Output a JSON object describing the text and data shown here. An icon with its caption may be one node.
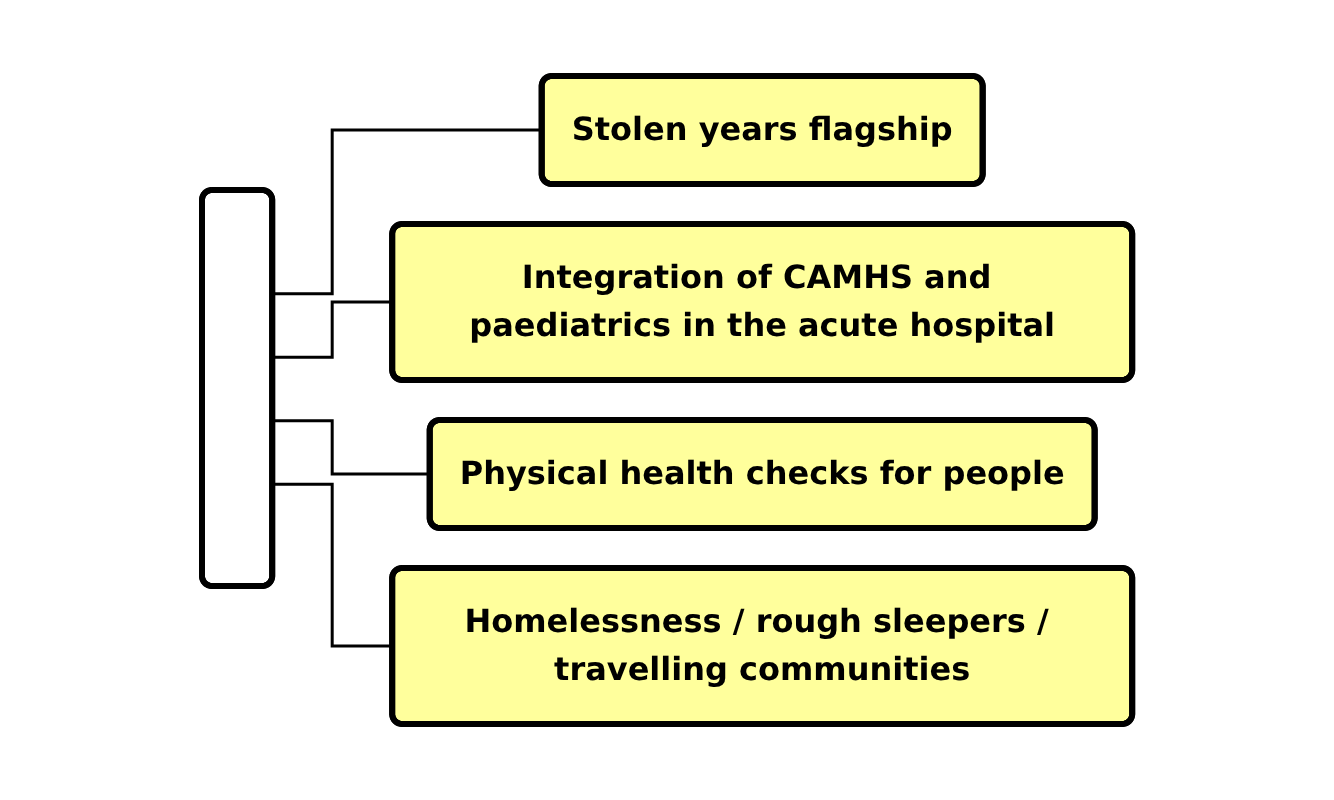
{
  "diagram": {
    "nodes": [
      {
        "text": [],
        "shape": "box"
      },
      {
        "text": [
          "Stolen years flagship"
        ]
      },
      {
        "text": [
          "Integration of CAMHS and paediatrics in the acute hospital"
        ]
      },
      {
        "text": [
          "Physical health checks for people"
        ]
      },
      {
        "text": [
          "Homelessness / rough sleepers / travelling communities"
        ]
      }
    ],
    "edges": [
      {
        "from": 0,
        "to": 1,
        "arrow": "none"
      },
      {
        "from": 0,
        "to": 2,
        "arrow": "none"
      },
      {
        "from": 0,
        "to": 3,
        "arrow": "none"
      },
      {
        "from": 0,
        "to": 4,
        "arrow": "none"
      }
    ]
  }
}
